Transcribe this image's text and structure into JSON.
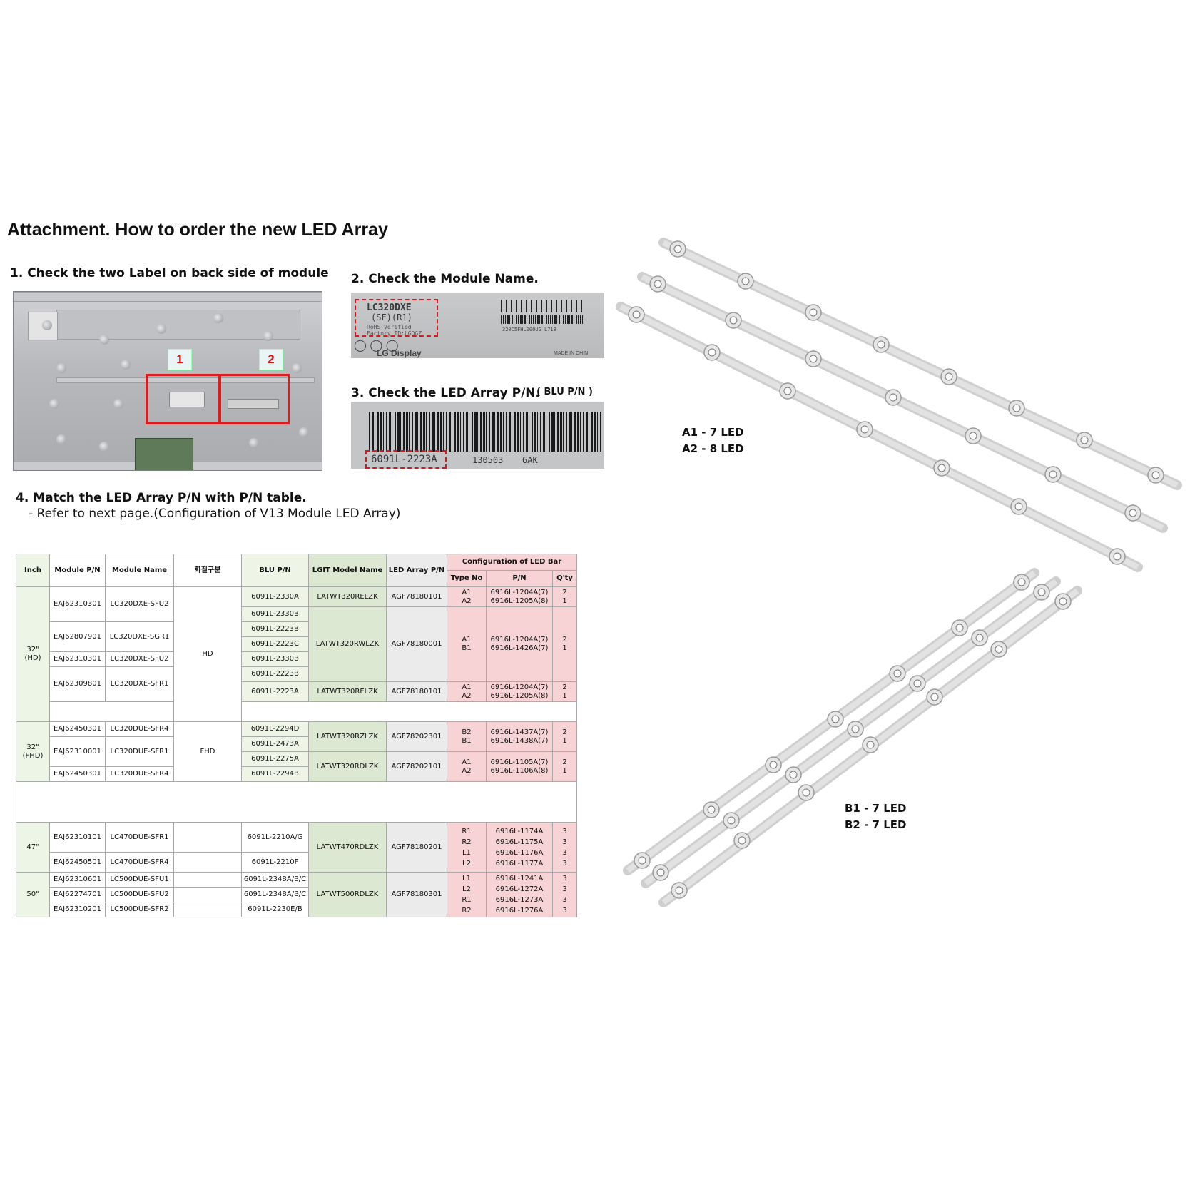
{
  "title": "Attachment. How to order the new LED Array",
  "steps": {
    "s1": "1. Check the two Label on back side of module",
    "s2": "2. Check the Module Name.",
    "s3": "3. Check the LED Array P/N.",
    "s3_tag": "( BLU P/N )",
    "s4": "4. Match the LED Array P/N with P/N table.",
    "s4_sub": "- Refer to next page.(Configuration of V13 Module LED Array)"
  },
  "module_photo": {
    "tag1": "1",
    "tag2": "2"
  },
  "label_photo_1": {
    "model": "LC320DXE",
    "model2": "(SF)(R1)",
    "rohs": "RoHS Verified",
    "factory": "Factory ID:LGDGZ",
    "serial": "320C5FHL000UG L71B",
    "brand": "LG Display",
    "made": "MADE IN CHIN"
  },
  "label_photo_2": {
    "pn": "6091L-2223A",
    "date": "130503",
    "code": "6AK"
  },
  "led_labels": {
    "a1": "A1 - 7 LED",
    "a2": "A2 - 8 LED",
    "b1": "B1 - 7 LED",
    "b2": "B2 - 7 LED"
  },
  "table": {
    "headers": {
      "inch": "Inch",
      "module_pn": "Module P/N",
      "module_name": "Module Name",
      "class": "화질구분",
      "blu_pn": "BLU P/N",
      "lgit": "LGIT Model Name",
      "led_pn": "LED Array P/N",
      "config": "Configuration of LED Bar",
      "type_no": "Type No",
      "pn": "P/N",
      "qty": "Q'ty"
    },
    "g32hd": {
      "inch": "32\"\n(HD)",
      "class": "HD",
      "mp": [
        "EAJ62310301",
        "EAJ62807901",
        "EAJ62310301",
        "EAJ62309801"
      ],
      "mn": [
        "LC320DXE-SFU2",
        "LC320DXE-SGR1",
        "LC320DXE-SFU2",
        "LC320DXE-SFR1"
      ],
      "blu": [
        "6091L-2330A",
        "6091L-2330B",
        "6091L-2223B",
        "6091L-2223C",
        "6091L-2330B",
        "6091L-2223B",
        "6091L-2223A"
      ],
      "lgit": [
        "LATWT320RELZK",
        "LATWT320RWLZK",
        "LATWT320RELZK"
      ],
      "arr": [
        "AGF78180101",
        "AGF78180001",
        "AGF78180101"
      ],
      "type": [
        "A1\nA2",
        "A1\nB1",
        "A1\nA2"
      ],
      "pn": [
        "6916L-1204A(7)\n6916L-1205A(8)",
        "6916L-1204A(7)\n6916L-1426A(7)",
        "6916L-1204A(7)\n6916L-1205A(8)"
      ],
      "qty": [
        "2\n1",
        "2\n1",
        "2\n1"
      ]
    },
    "g32fhd": {
      "inch": "32\"\n(FHD)",
      "class": "FHD",
      "mp": [
        "EAJ62450301",
        "EAJ62310001",
        "EAJ62450301"
      ],
      "mn": [
        "LC320DUE-SFR4",
        "LC320DUE-SFR1",
        "LC320DUE-SFR4"
      ],
      "blu": [
        "6091L-2294D",
        "6091L-2473A",
        "6091L-2275A",
        "6091L-2294B"
      ],
      "lgit": [
        "LATWT320RZLZK",
        "LATWT320RDLZK"
      ],
      "arr": [
        "AGF78202301",
        "AGF78202101"
      ],
      "type": [
        "B2\nB1",
        "A1\nA2"
      ],
      "pn": [
        "6916L-1437A(7)\n6916L-1438A(7)",
        "6916L-1105A(7)\n6916L-1106A(8)"
      ],
      "qty": [
        "2\n1",
        "2\n1"
      ]
    },
    "g47": {
      "inch": "47\"",
      "mp": [
        "EAJ62310101",
        "EAJ62450501"
      ],
      "mn": [
        "LC470DUE-SFR1",
        "LC470DUE-SFR4"
      ],
      "blu": [
        "6091L-2210A/G",
        "6091L-2210F"
      ],
      "lgit": "LATWT470RDLZK",
      "arr": "AGF78180201",
      "type": "R1\nR2\nL1\nL2",
      "pn": "6916L-1174A\n6916L-1175A\n6916L-1176A\n6916L-1177A",
      "qty": "3\n3\n3\n3"
    },
    "g50": {
      "inch": "50\"",
      "mp": [
        "EAJ62310601",
        "EAJ62274701",
        "EAJ62310201"
      ],
      "mn": [
        "LC500DUE-SFU1",
        "LC500DUE-SFU2",
        "LC500DUE-SFR2"
      ],
      "blu": [
        "6091L-2348A/B/C",
        "6091L-2348A/B/C",
        "6091L-2230E/B"
      ],
      "lgit": "LATWT500RDLZK",
      "arr": "AGF78180301",
      "type": "L1\nL2\nR1\nR2",
      "pn": "6916L-1241A\n6916L-1272A\n6916L-1273A\n6916L-1276A",
      "qty": "3\n3\n3\n3"
    }
  }
}
